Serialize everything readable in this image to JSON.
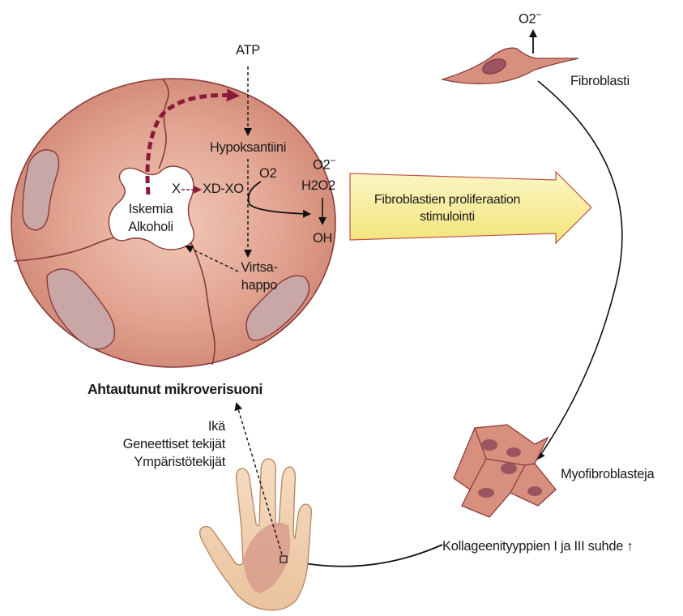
{
  "colors": {
    "cell_fill": "#d8907e",
    "cell_stroke": "#8a3a3a",
    "nucleus_fill": "#c9a7a7",
    "lumen_fill": "#ffffff",
    "path_red": "#8a1a3a",
    "arrow_yellow": "#f7f09c",
    "arrow_yellow_stroke": "#c0544a"
  },
  "vessel": {
    "caption": "Ahtautunut mikroverisuoni",
    "atp": "ATP",
    "hypoxanthine": "Hypoksantiini",
    "x_mark": "X",
    "enzyme": "XD-XO",
    "oxygen": "O2",
    "superoxide": "O2",
    "superoxide_charge": "−",
    "peroxide": "H2O2",
    "hydroxyl": "OH",
    "lumen_line1": "Iskemia",
    "lumen_line2": "Alkoholi",
    "uric_line1": "Virtsa-",
    "uric_line2": "happo"
  },
  "stimulus": {
    "line1": "Fibroblastien proliferaation",
    "line2": "stimulointi"
  },
  "fibroblast": {
    "label": "Fibroblasti",
    "release": "O2",
    "release_charge": "−"
  },
  "myofibroblast": {
    "label": "Myofibroblasteja"
  },
  "collagen": {
    "label": "Kollageenityyppien  I ja III suhde ↑"
  },
  "risk_factors": {
    "line1": "Ikä",
    "line2": "Geneettiset tekijät",
    "line3": "Ympäristötekijät"
  }
}
